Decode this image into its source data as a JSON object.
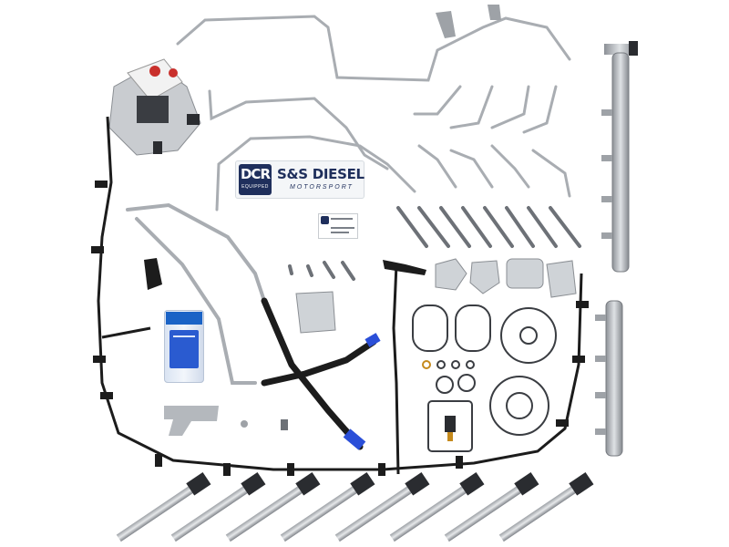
{
  "photo": {
    "subject": "Diesel fuel system parts kit laid out on white background"
  },
  "sticker": {
    "badge_text": "DCR",
    "badge_sub": "EQUIPPED",
    "brand": "S&S DIESEL",
    "tagline": "MOTORSPORT"
  },
  "colors": {
    "background": "#ffffff",
    "steel": "#a9adb2",
    "hose": "#1c1c1c",
    "brand_navy": "#1f2f5c",
    "blue_fitting": "#2b4fd8"
  }
}
